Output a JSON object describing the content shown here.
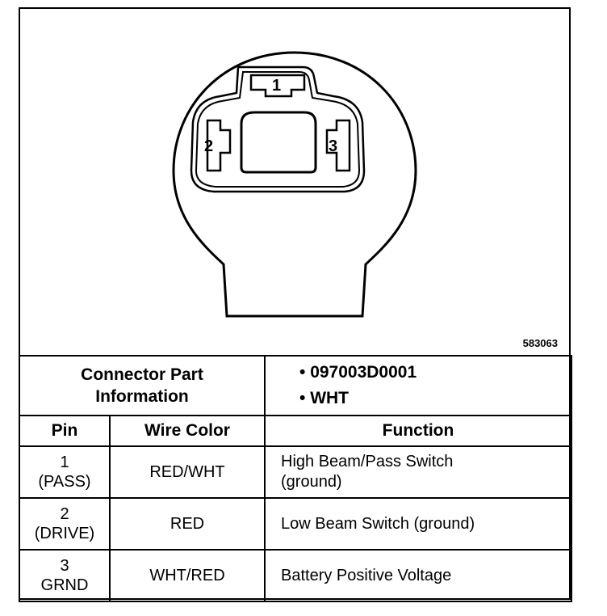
{
  "figure_id": "583063",
  "connector": {
    "pins": [
      "1",
      "2",
      "3"
    ]
  },
  "part_info": {
    "title_line1": "Connector Part",
    "title_line2": "Information",
    "values": [
      "097003D0001",
      "WHT"
    ]
  },
  "table": {
    "headers": [
      "Pin",
      "Wire Color",
      "Function"
    ],
    "rows": [
      {
        "pin": "1",
        "pin_sub": "(PASS)",
        "wire_color": "RED/WHT",
        "function_line1": "High Beam/Pass Switch",
        "function_line2": "(ground)"
      },
      {
        "pin": "2",
        "pin_sub": "(DRIVE)",
        "wire_color": "RED",
        "function_line1": "Low Beam Switch (ground)",
        "function_line2": ""
      },
      {
        "pin": "3",
        "pin_sub": "GRND",
        "wire_color": "WHT/RED",
        "function_line1": "Battery Positive Voltage",
        "function_line2": ""
      }
    ]
  }
}
